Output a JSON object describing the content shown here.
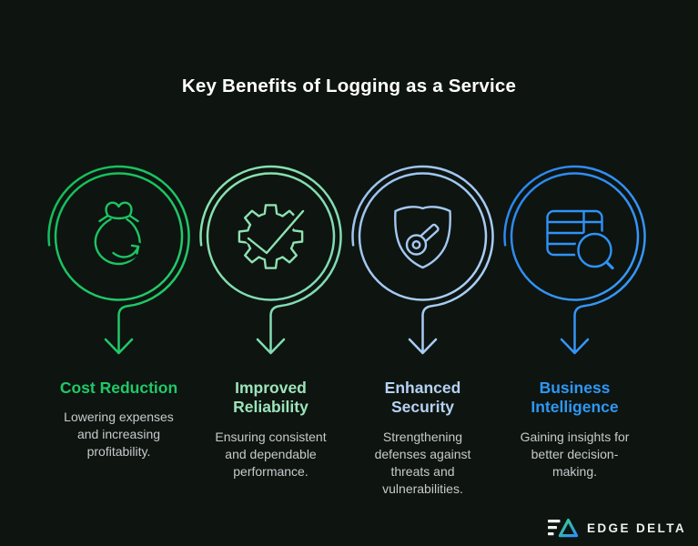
{
  "page": {
    "title": "Key Benefits of Logging as a Service"
  },
  "colors": {
    "background": "#0e1410",
    "heading": "#ffffff",
    "description": "#c6cacc"
  },
  "benefits": [
    {
      "title": "Cost Reduction",
      "description": "Lowering expenses and increasing profitability.",
      "icon": "money-bag-icon",
      "title_color": "#1fc967",
      "icon_color": "#1cc463",
      "color_start": "#13bd58",
      "color_end": "#25cd6e"
    },
    {
      "title": "Improved Reliability",
      "description": "Ensuring consistent and dependable performance.",
      "icon": "gear-check-icon",
      "title_color": "#9be4ba",
      "icon_color": "#8ee2b2",
      "color_start": "#8ae3ab",
      "color_end": "#7ed8b6"
    },
    {
      "title": "Enhanced Security",
      "description": "Strengthening defenses against threats and vulnerabilities.",
      "icon": "shield-key-icon",
      "title_color": "#b5d2f2",
      "icon_color": "#a4c8f0",
      "color_start": "#9cc2ee",
      "color_end": "#abd1f7"
    },
    {
      "title": "Business Intelligence",
      "description": "Gaining insights for better decision-making.",
      "icon": "table-search-icon",
      "title_color": "#2e97f5",
      "icon_color": "#2f93f7",
      "color_start": "#2a86ef",
      "color_end": "#3a9cfb"
    }
  ],
  "logo": {
    "text": "EDGE DELTA",
    "accent_start": "#3ad185",
    "accent_end": "#2f8ef5"
  }
}
